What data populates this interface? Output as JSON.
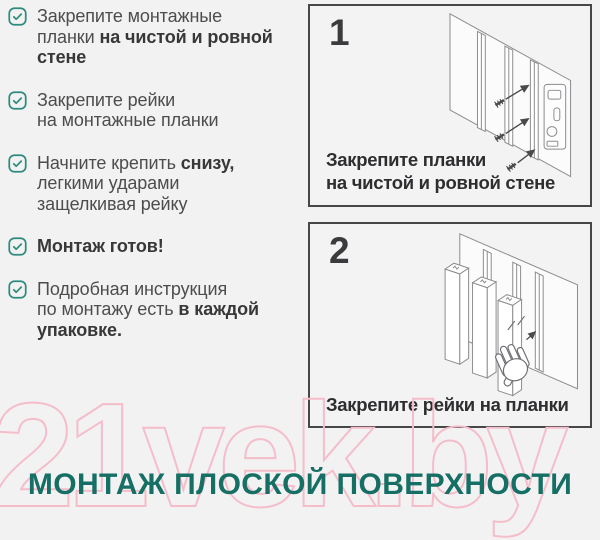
{
  "page": {
    "watermark": "21vek.by",
    "watermark_color": "#f5bdca",
    "background_color": "#f2f2f3"
  },
  "heading": {
    "text": "МОНТАЖ ПЛОСКОЙ ПОВЕРХНОСТИ",
    "color": "#156f64"
  },
  "checklist": {
    "check_color": "#2e8b7d",
    "items": [
      {
        "lines": [
          [
            {
              "t": "Закрепите монтажные"
            }
          ],
          [
            {
              "t": "планки "
            },
            {
              "t": "на чистой и ровной",
              "b": true
            }
          ],
          [
            {
              "t": "стене",
              "b": true
            }
          ]
        ]
      },
      {
        "lines": [
          [
            {
              "t": "Закрепите рейки"
            }
          ],
          [
            {
              "t": "на монтажные планки"
            }
          ]
        ]
      },
      {
        "lines": [
          [
            {
              "t": "Начните крепить "
            },
            {
              "t": "снизу,",
              "b": true
            }
          ],
          [
            {
              "t": "легкими ударами"
            }
          ],
          [
            {
              "t": "защелкивая рейку"
            }
          ]
        ]
      },
      {
        "lines": [
          [
            {
              "t": "Монтаж готов!",
              "b": true
            }
          ]
        ]
      },
      {
        "lines": [
          [
            {
              "t": "Подробная инструкция"
            }
          ],
          [
            {
              "t": "по монтажу есть "
            },
            {
              "t": "в каждой",
              "b": true
            }
          ],
          [
            {
              "t": "упаковке.",
              "b": true
            }
          ]
        ]
      }
    ]
  },
  "panels": [
    {
      "number": "1",
      "caption_lines": [
        "Закрепите планки",
        "на чистой и ровной стене"
      ]
    },
    {
      "number": "2",
      "caption_lines": [
        "Закрепите рейки на планки"
      ]
    }
  ],
  "colors": {
    "panel_border": "#47474a",
    "checklist_text": "#4d4d4d",
    "caption_text": "#2e2e30",
    "diagram_line": "#8b8b8e"
  }
}
